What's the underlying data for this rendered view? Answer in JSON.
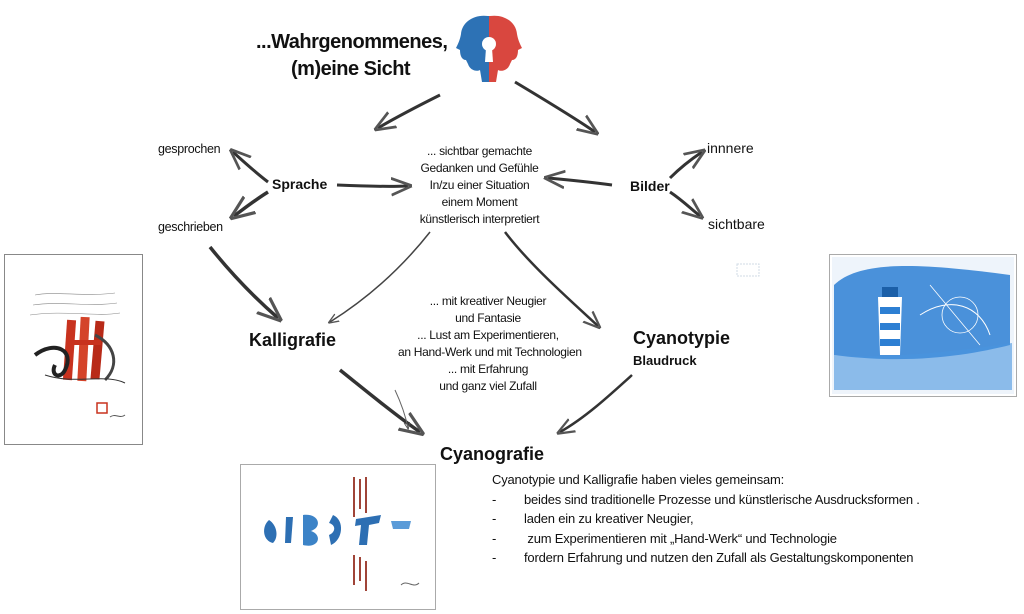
{
  "title": {
    "line1": "...Wahrgenommenes,",
    "line2": "(m)eine Sicht"
  },
  "left_branch": {
    "node": "Sprache",
    "up": "gesprochen",
    "down": "geschrieben"
  },
  "right_branch": {
    "node": "Bilder",
    "up": "innnere",
    "down": "sichtbare"
  },
  "center": {
    "lines": [
      "... sichtbar gemachte",
      "Gedanken und Gefühle",
      "In/zu einer Situation",
      "einem Moment",
      "künstlerisch interpretiert"
    ]
  },
  "middle": {
    "lines": [
      "... mit kreativer Neugier",
      "und Fantasie",
      "... Lust am Experimentieren,",
      "an Hand-Werk und  mit Technologien",
      "... mit Erfahrung",
      "und ganz viel Zufall"
    ]
  },
  "kalligrafie": "Kalligrafie",
  "cyanotypie": {
    "title": "Cyanotypie",
    "subtitle": "Blaudruck"
  },
  "cyanografie": "Cyanografie",
  "summary": {
    "intro": "Cyanotypie und  Kalligrafie  haben vieles gemeinsam:",
    "items": [
      "beides sind traditionelle Prozesse und  künstlerische Ausdrucksformen .",
      "laden ein zu kreativer Neugier,",
      " zum Experimentieren  mit „Hand-Werk“ und Technologie",
      "fordern Erfahrung  und nutzen den Zufall als Gestaltungskomponenten"
    ],
    "bullet": "-"
  },
  "colors": {
    "head_blue": "#2d72b5",
    "head_red": "#d9473f",
    "cyan": "#2d7fd3",
    "calli_red": "#c8321e",
    "arrow": "#3a3a3a"
  },
  "icons": {
    "head": "two-heads-keyhole-icon"
  }
}
